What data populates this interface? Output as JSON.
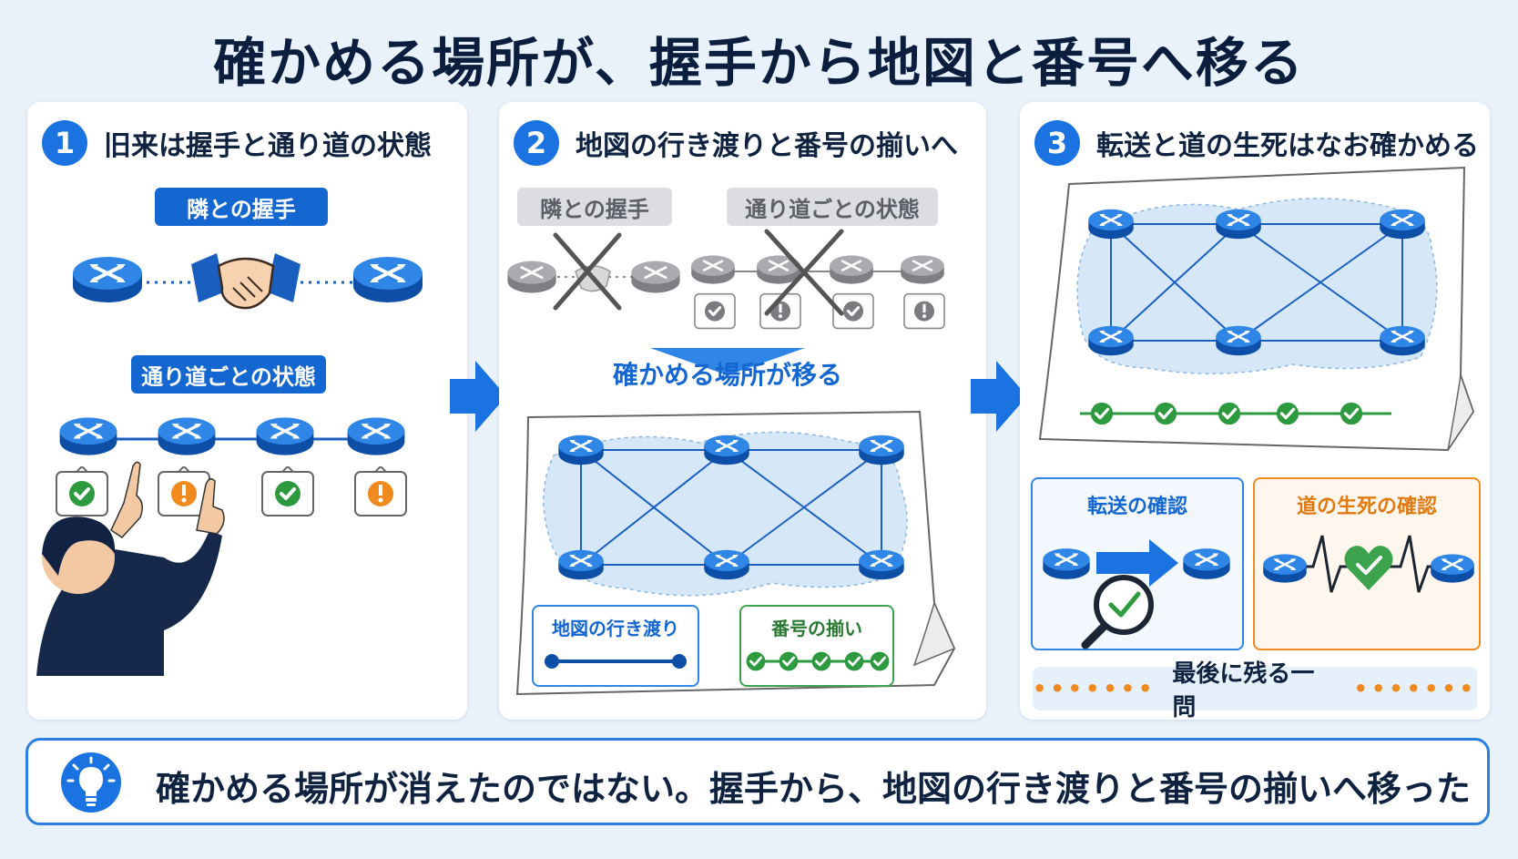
{
  "title": "確かめる場所が、握手から地図と番号へ移る",
  "panels": [
    {
      "number": "1",
      "title": "旧来は握手と通り道の状態",
      "pill_handshake": "隣との握手",
      "pill_path": "通り道ごとの状態"
    },
    {
      "number": "2",
      "title": "地図の行き渡りと番号の揃いへ",
      "pill_handshake": "隣との握手",
      "pill_path": "通り道ごとの状態",
      "shift_label": "確かめる場所が移る",
      "map_spread": "地図の行き渡り",
      "number_align": "番号の揃い"
    },
    {
      "number": "3",
      "title": "転送と道の生死はなお確かめる",
      "forwarding_check": "転送の確認",
      "liveness_check": "道の生死の確認",
      "last_question": "最後に残る一問"
    }
  ],
  "footer": "確かめる場所が消えたのではない。握手から、地図の行き渡りと番号の揃いへ移った",
  "colors": {
    "primary": "#1a73e0",
    "ok": "#2e9a3f",
    "warn": "#f08a1e",
    "gray": "#9a9ca1"
  },
  "icons": [
    "router-icon",
    "handshake-icon",
    "check-icon",
    "warning-icon",
    "cross-icon",
    "magnifier-icon",
    "heart-icon",
    "lightbulb-icon",
    "arrow-icon",
    "person-icon",
    "map-icon"
  ]
}
